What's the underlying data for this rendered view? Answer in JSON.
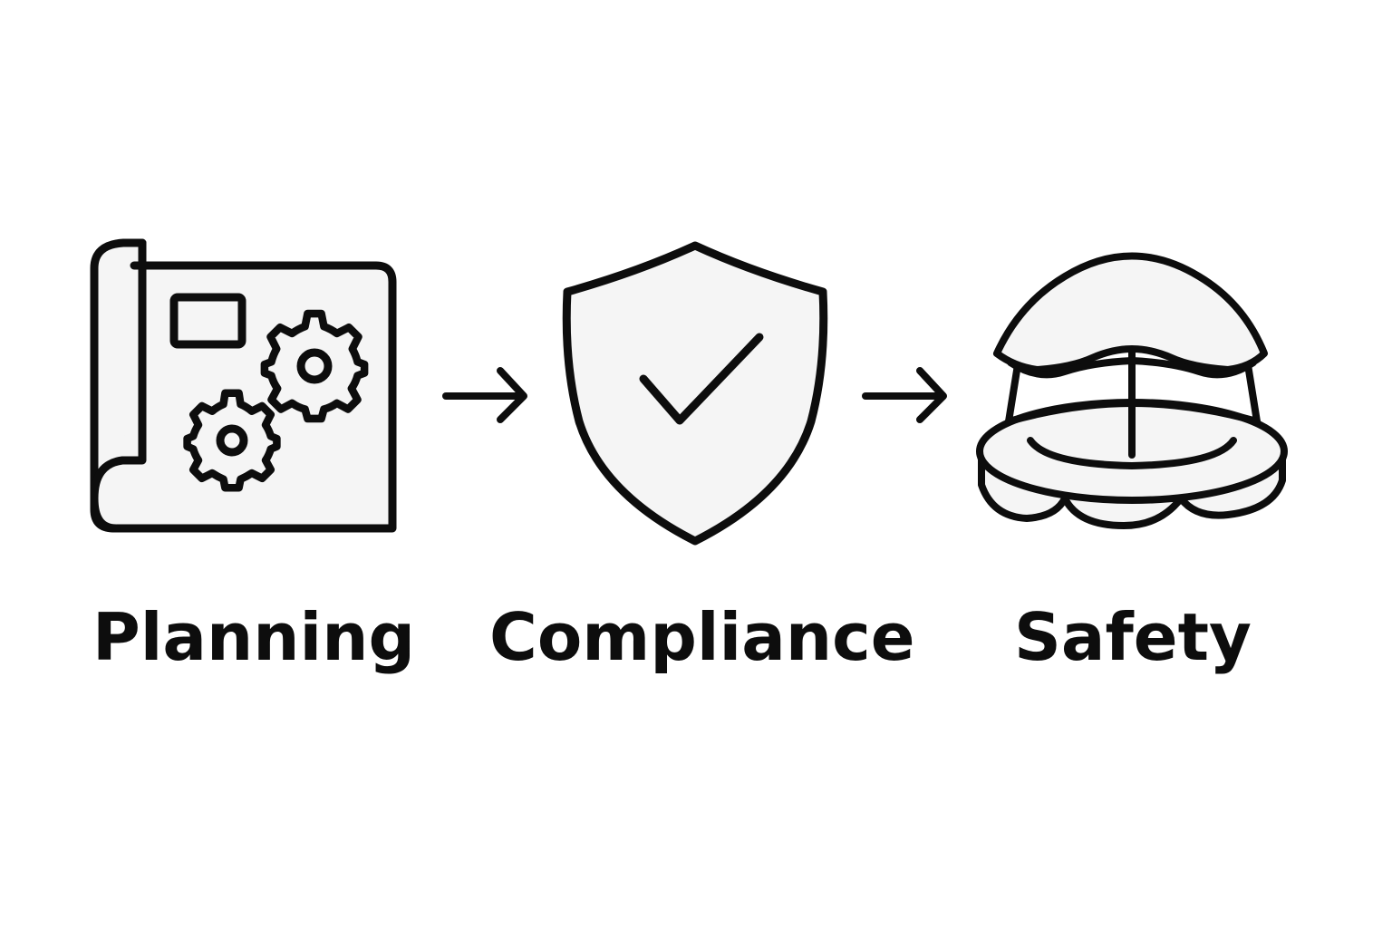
{
  "steps": [
    {
      "label": "Planning",
      "icon": "blueprint-gears-icon"
    },
    {
      "label": "Compliance",
      "icon": "shield-check-icon"
    },
    {
      "label": "Safety",
      "icon": "hard-hat-icon"
    }
  ],
  "connector_icon": "right-arrow-icon",
  "colors": {
    "stroke": "#0d0d0d",
    "fill": "#f5f5f5",
    "background": "#ffffff"
  }
}
